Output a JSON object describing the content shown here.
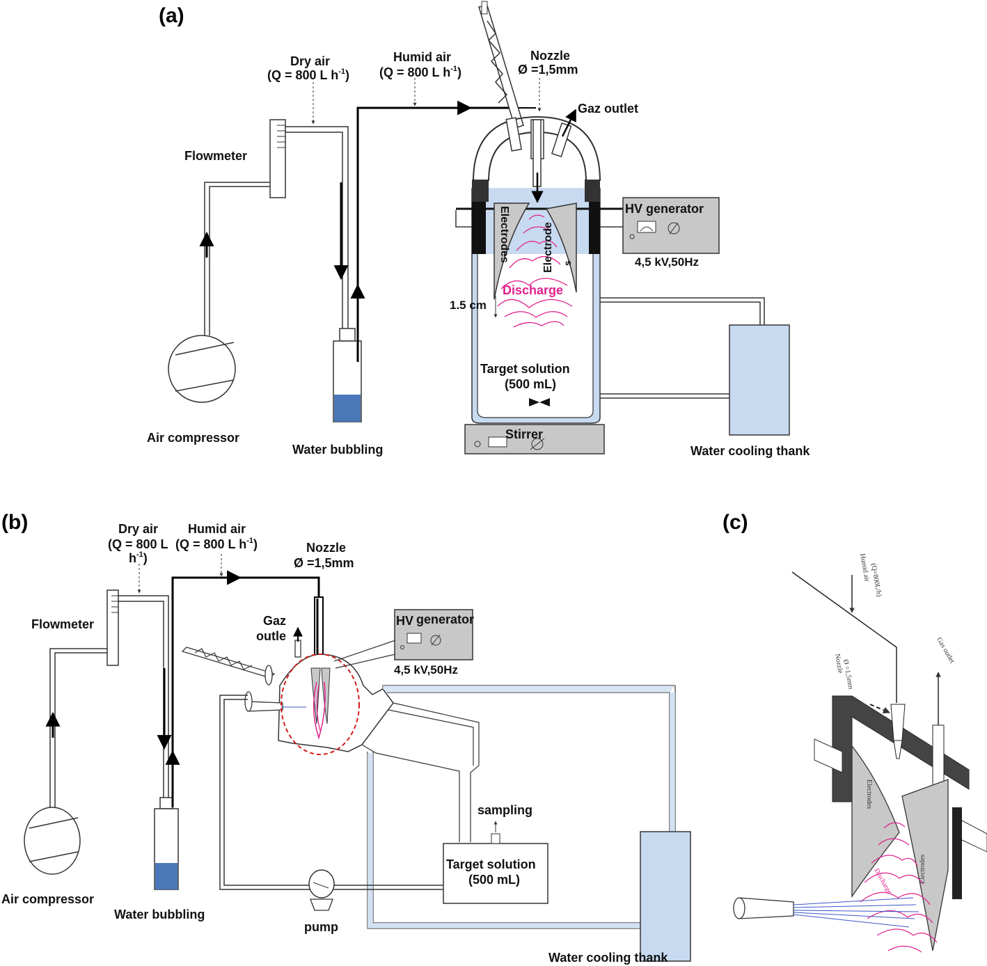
{
  "panels": {
    "a": {
      "label": "(a)",
      "dry_air": "Dry air",
      "dry_air_q": "(Q = 800 L h",
      "humid_air": "Humid air",
      "humid_air_q": "(Q = 800 L h",
      "flow_unit_sup": "-1",
      "flow_close": ")",
      "nozzle": "Nozzle",
      "nozzle_d": "Ø =1,5mm",
      "gaz_outlet": "Gaz outlet",
      "flowmeter": "Flowmeter",
      "hv_generator": "HV generator",
      "hv_spec": "4,5 kV,50Hz",
      "electrodes_left": "Electrodes",
      "electrodes_right": "Electrode",
      "electrodes_right_s": "s",
      "discharge": "Discharge",
      "gap": "1.5 cm",
      "target_solution": "Target solution",
      "volume": "(500 mL)",
      "stirrer": "Stirrer",
      "air_compressor": "Air compressor",
      "water_bubbling": "Water bubbling",
      "water_cooling": "Water cooling thank"
    },
    "b": {
      "label": "(b)",
      "dry_air": "Dry air",
      "dry_air_q1": "(Q = 800 L",
      "dry_air_q2": "h",
      "dry_air_q2_sup": "-1",
      "dry_air_q2_close": ")",
      "humid_air": "Humid air",
      "humid_air_q": "(Q = 800 L h",
      "flow_unit_sup": "-1",
      "flow_close": ")",
      "nozzle": "Nozzle",
      "nozzle_d": "Ø =1,5mm",
      "flowmeter": "Flowmeter",
      "gaz": "Gaz",
      "outlet": "outle",
      "hv": "HV",
      "generator": "generator",
      "hv_spec": "4,5 kV,50Hz",
      "sampling": "sampling",
      "target_solution": "Target solution",
      "volume": "(500 mL)",
      "air_compressor": "Air compressor",
      "water_bubbling": "Water bubbling",
      "pump": "pump",
      "water_cooling": "Water cooling thank"
    },
    "c": {
      "label": "(c)",
      "humid_air": "Humid air",
      "humid_air_q": "(Q=800L/h)",
      "nozzle": "Nozzle",
      "nozzle_d": "Ø =1,5mm",
      "gas_outlet": "Gas outlet",
      "electrodes_left": "Electrodes",
      "electrodes_right": "Electrodes",
      "discharge": "Discharge"
    }
  },
  "colors": {
    "liquid": "#c8daf0",
    "water": "#4a78b8",
    "device_gray": "#c8c8c8",
    "discharge": "#e0208c",
    "zoom_circle": "#d41c1c",
    "jet": "#3a55c8"
  }
}
